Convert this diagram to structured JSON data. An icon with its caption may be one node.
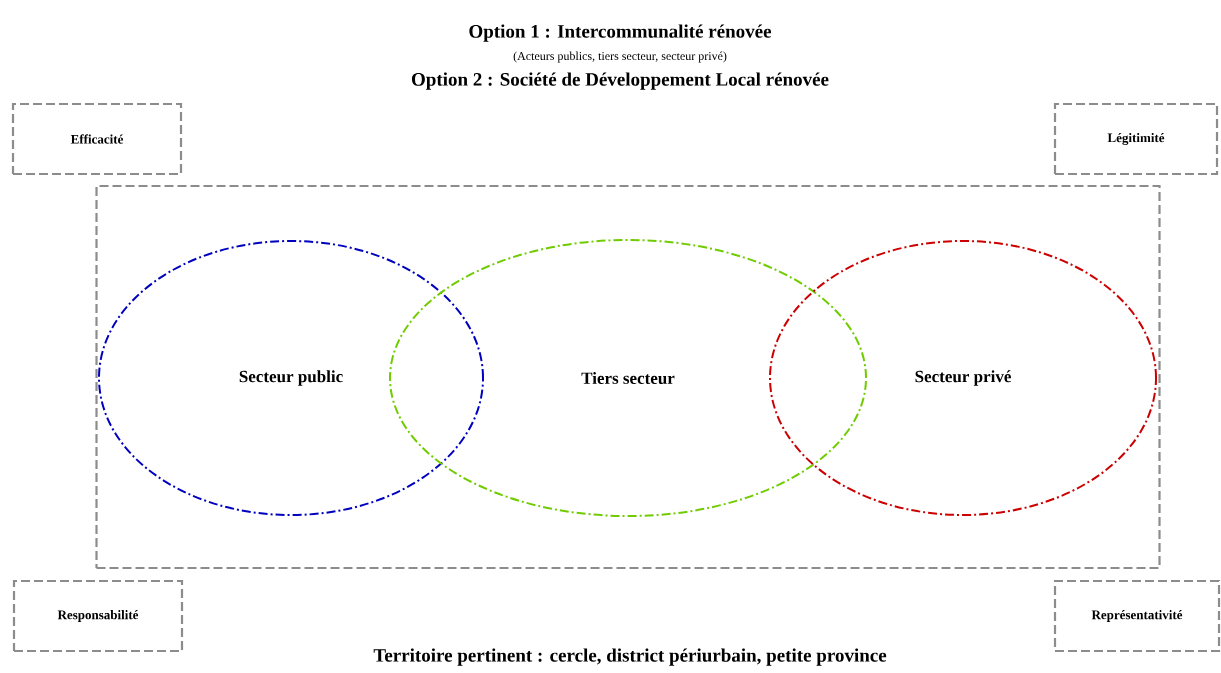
{
  "diagram": {
    "title": "Option 1 : Intercommunalité rénovée",
    "nodes": [
      {
        "text": [
          "Efficacité"
        ]
      },
      {
        "text": [
          "Légitimité"
        ]
      },
      {
        "text": [],
        "shape": "box"
      },
      {
        "text": [
          "Secteur public"
        ],
        "in": 2
      },
      {
        "text": [
          "Tiers secteur"
        ],
        "in": 2
      },
      {
        "text": [
          "Secteur privé"
        ],
        "in": 2
      },
      {
        "text": [
          "Responsabilité"
        ]
      },
      {
        "text": [
          "Représentativité"
        ]
      }
    ],
    "labels": [
      "(Acteurs publics, tiers secteur, secteur privé)",
      "Option 2 : Société de Développement Local rénovée"
    ],
    "caption": "Territoire pertinent : cercle, district périurbain, petite province"
  }
}
